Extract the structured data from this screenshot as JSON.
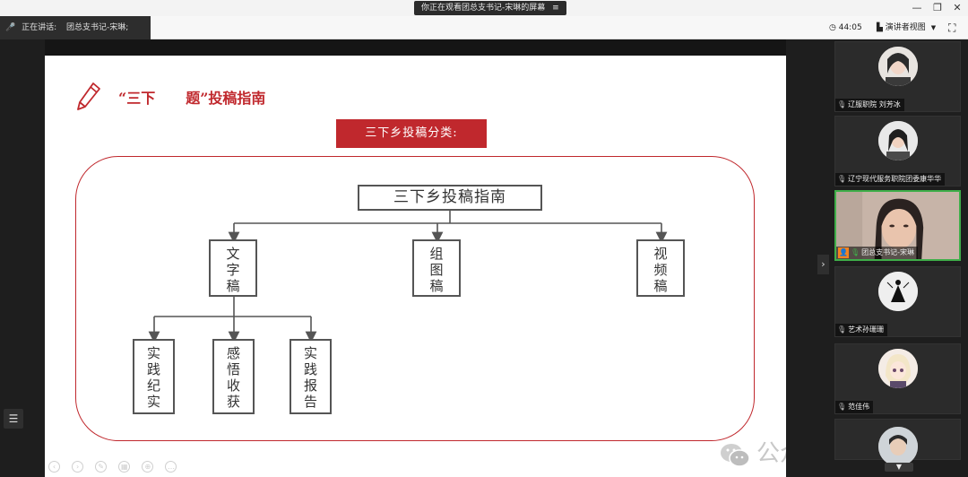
{
  "titlebar": {
    "sharing_text": "你正在观看团总支书记-宋琳的屏幕",
    "controls": [
      "—",
      "❐",
      "✕"
    ]
  },
  "toolbar": {
    "speaking_label": "正在讲话:",
    "speaking_name": "团总支书记-宋琳;",
    "timer": "44:05",
    "view_label": "演讲者视图"
  },
  "slide": {
    "title_part1": "“三下",
    "title_part2": "题”投稿指南",
    "banner": "三下乡投稿分类:",
    "root": "三下乡投稿指南",
    "level1": [
      {
        "chars": [
          "文",
          "字",
          "稿"
        ]
      },
      {
        "chars": [
          "组",
          "图",
          "稿"
        ]
      },
      {
        "chars": [
          "视",
          "频",
          "稿"
        ]
      }
    ],
    "level2": [
      {
        "chars": [
          "实",
          "践",
          "纪",
          "实"
        ]
      },
      {
        "chars": [
          "感",
          "悟",
          "收",
          "获"
        ]
      },
      {
        "chars": [
          "实",
          "践",
          "报",
          "告"
        ]
      }
    ]
  },
  "watermark": {
    "text": "公众号 · 辽服团委"
  },
  "participants": [
    {
      "name": "辽服职院 刘芳冰",
      "active": false,
      "host": false
    },
    {
      "name": "辽宁现代服务职院团委康华华",
      "active": false,
      "host": false
    },
    {
      "name": "团总支书记-宋琳",
      "active": true,
      "host": true
    },
    {
      "name": "艺术孙珊珊",
      "active": false,
      "host": false
    },
    {
      "name": "范佳伟",
      "active": false,
      "host": false
    }
  ],
  "colors": {
    "accent_red": "#c0282d",
    "active_green": "#3fae49",
    "host_orange": "#f5821f"
  }
}
